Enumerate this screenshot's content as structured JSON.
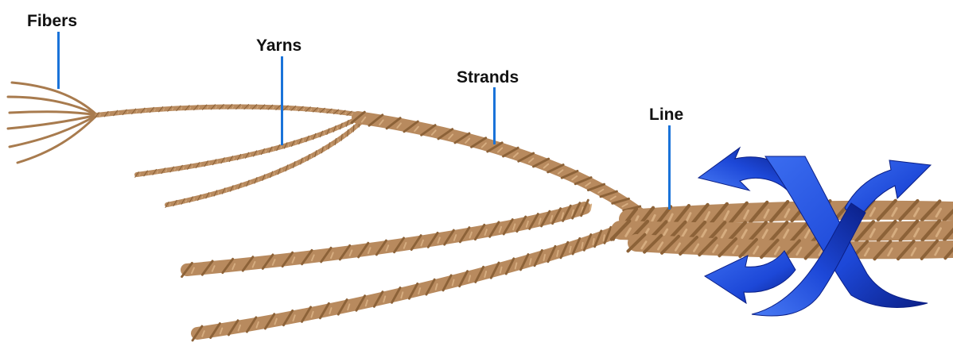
{
  "labels": {
    "fibers": "Fibers",
    "yarns": "Yarns",
    "strands": "Strands",
    "line": "Line"
  },
  "colors": {
    "rope": "#b88a5e",
    "rope_dark": "#8c6238",
    "rope_light": "#d6ad80",
    "leader": "#1a73d9",
    "arrow": "#1d48d8",
    "arrow_dark": "#0b1f86",
    "label_text": "#111111"
  }
}
